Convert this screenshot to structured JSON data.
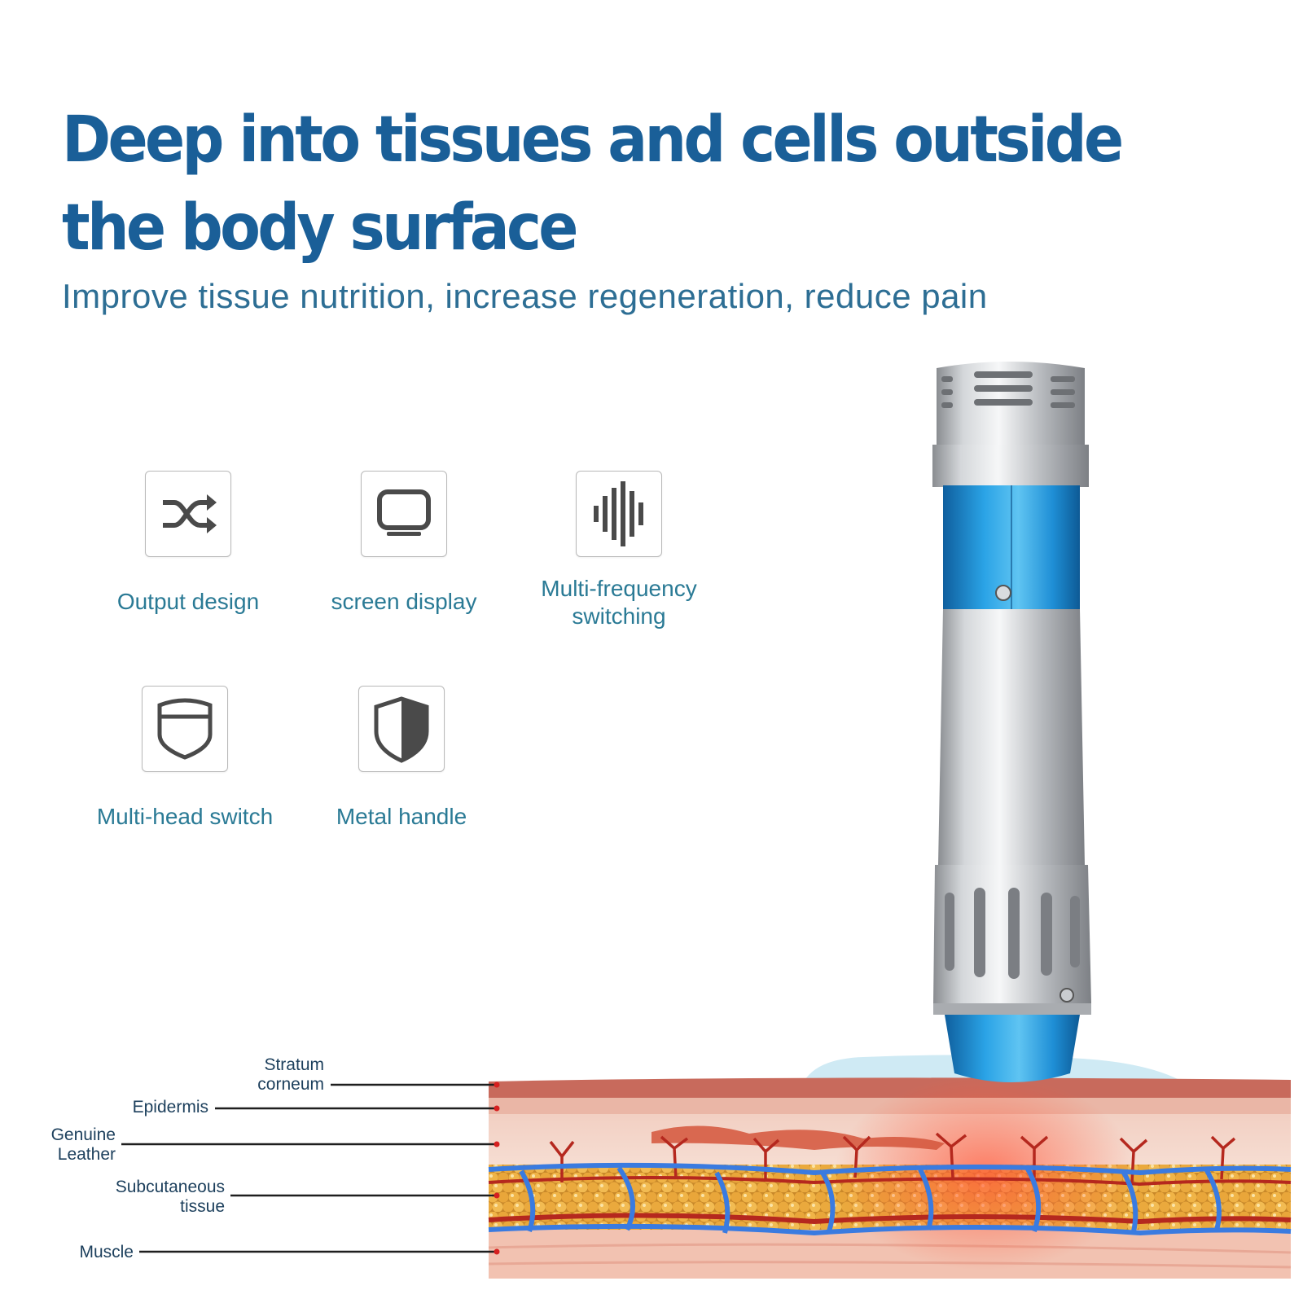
{
  "headline": "Deep into tissues and cells outside the body surface",
  "subheadline": "Improve tissue nutrition, increase regeneration, reduce pain",
  "features": [
    {
      "label": "Output design",
      "icon": "shuffle-icon"
    },
    {
      "label": "screen display",
      "icon": "monitor-icon"
    },
    {
      "label": "Multi-frequency switching",
      "icon": "frequency-bars-icon"
    },
    {
      "label": "Multi-head switch",
      "icon": "shield-outline-icon"
    },
    {
      "label": "Metal handle",
      "icon": "half-shield-icon"
    }
  ],
  "layers": [
    {
      "label": "Stratum corneum"
    },
    {
      "label": "Epidermis"
    },
    {
      "label": "Genuine Leather"
    },
    {
      "label": "Subcutaneous tissue"
    },
    {
      "label": "Muscle"
    }
  ],
  "colors": {
    "headline": "#1a5f98",
    "subheadline": "#2d6e94",
    "feature_label": "#2a7a95",
    "device_accent": "#1f8fd6",
    "skin_top": "#c86a5c",
    "fat": "#e2a23c",
    "vessel_vein": "#3a7be0",
    "vessel_artery": "#b5281e"
  }
}
